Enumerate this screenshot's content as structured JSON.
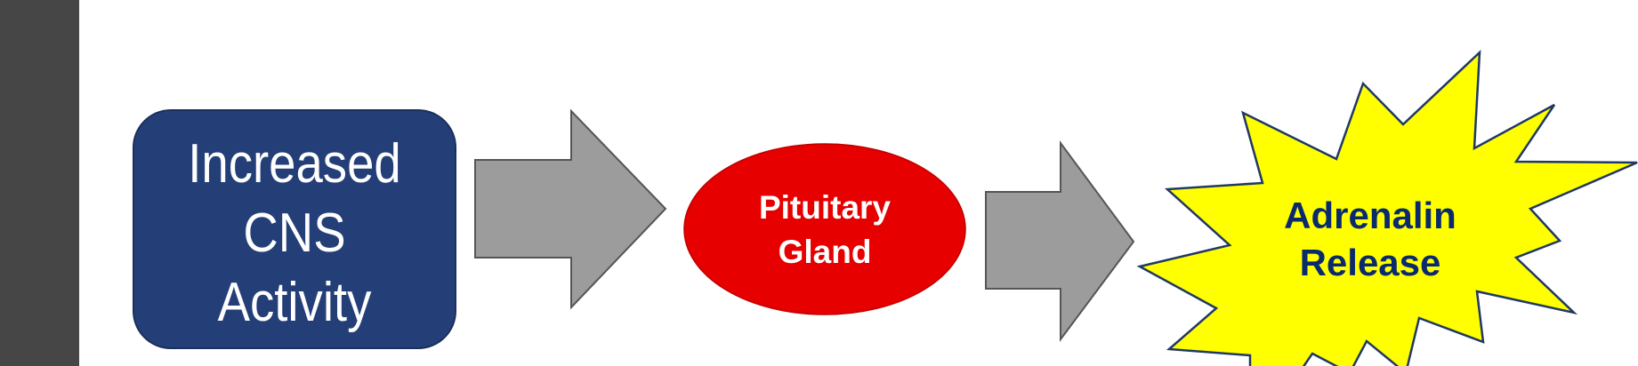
{
  "colors": {
    "side_bar": "#464646",
    "box_fill": "#243F78",
    "box_text": "#ffffff",
    "arrow_fill": "#9C9C9C",
    "arrow_stroke": "#555555",
    "ellipse_fill": "#E60000",
    "ellipse_text": "#ffffff",
    "burst_fill": "#FFFF00",
    "burst_stroke": "#1F3864",
    "burst_text": "#0A2A6E"
  },
  "steps": {
    "cns": {
      "lines": [
        "Increased",
        "CNS",
        "Activity"
      ]
    },
    "pituitary": {
      "lines": [
        "Pituitary",
        "Gland"
      ]
    },
    "adrenalin": {
      "lines": [
        "Adrenalin",
        "Release"
      ]
    }
  }
}
